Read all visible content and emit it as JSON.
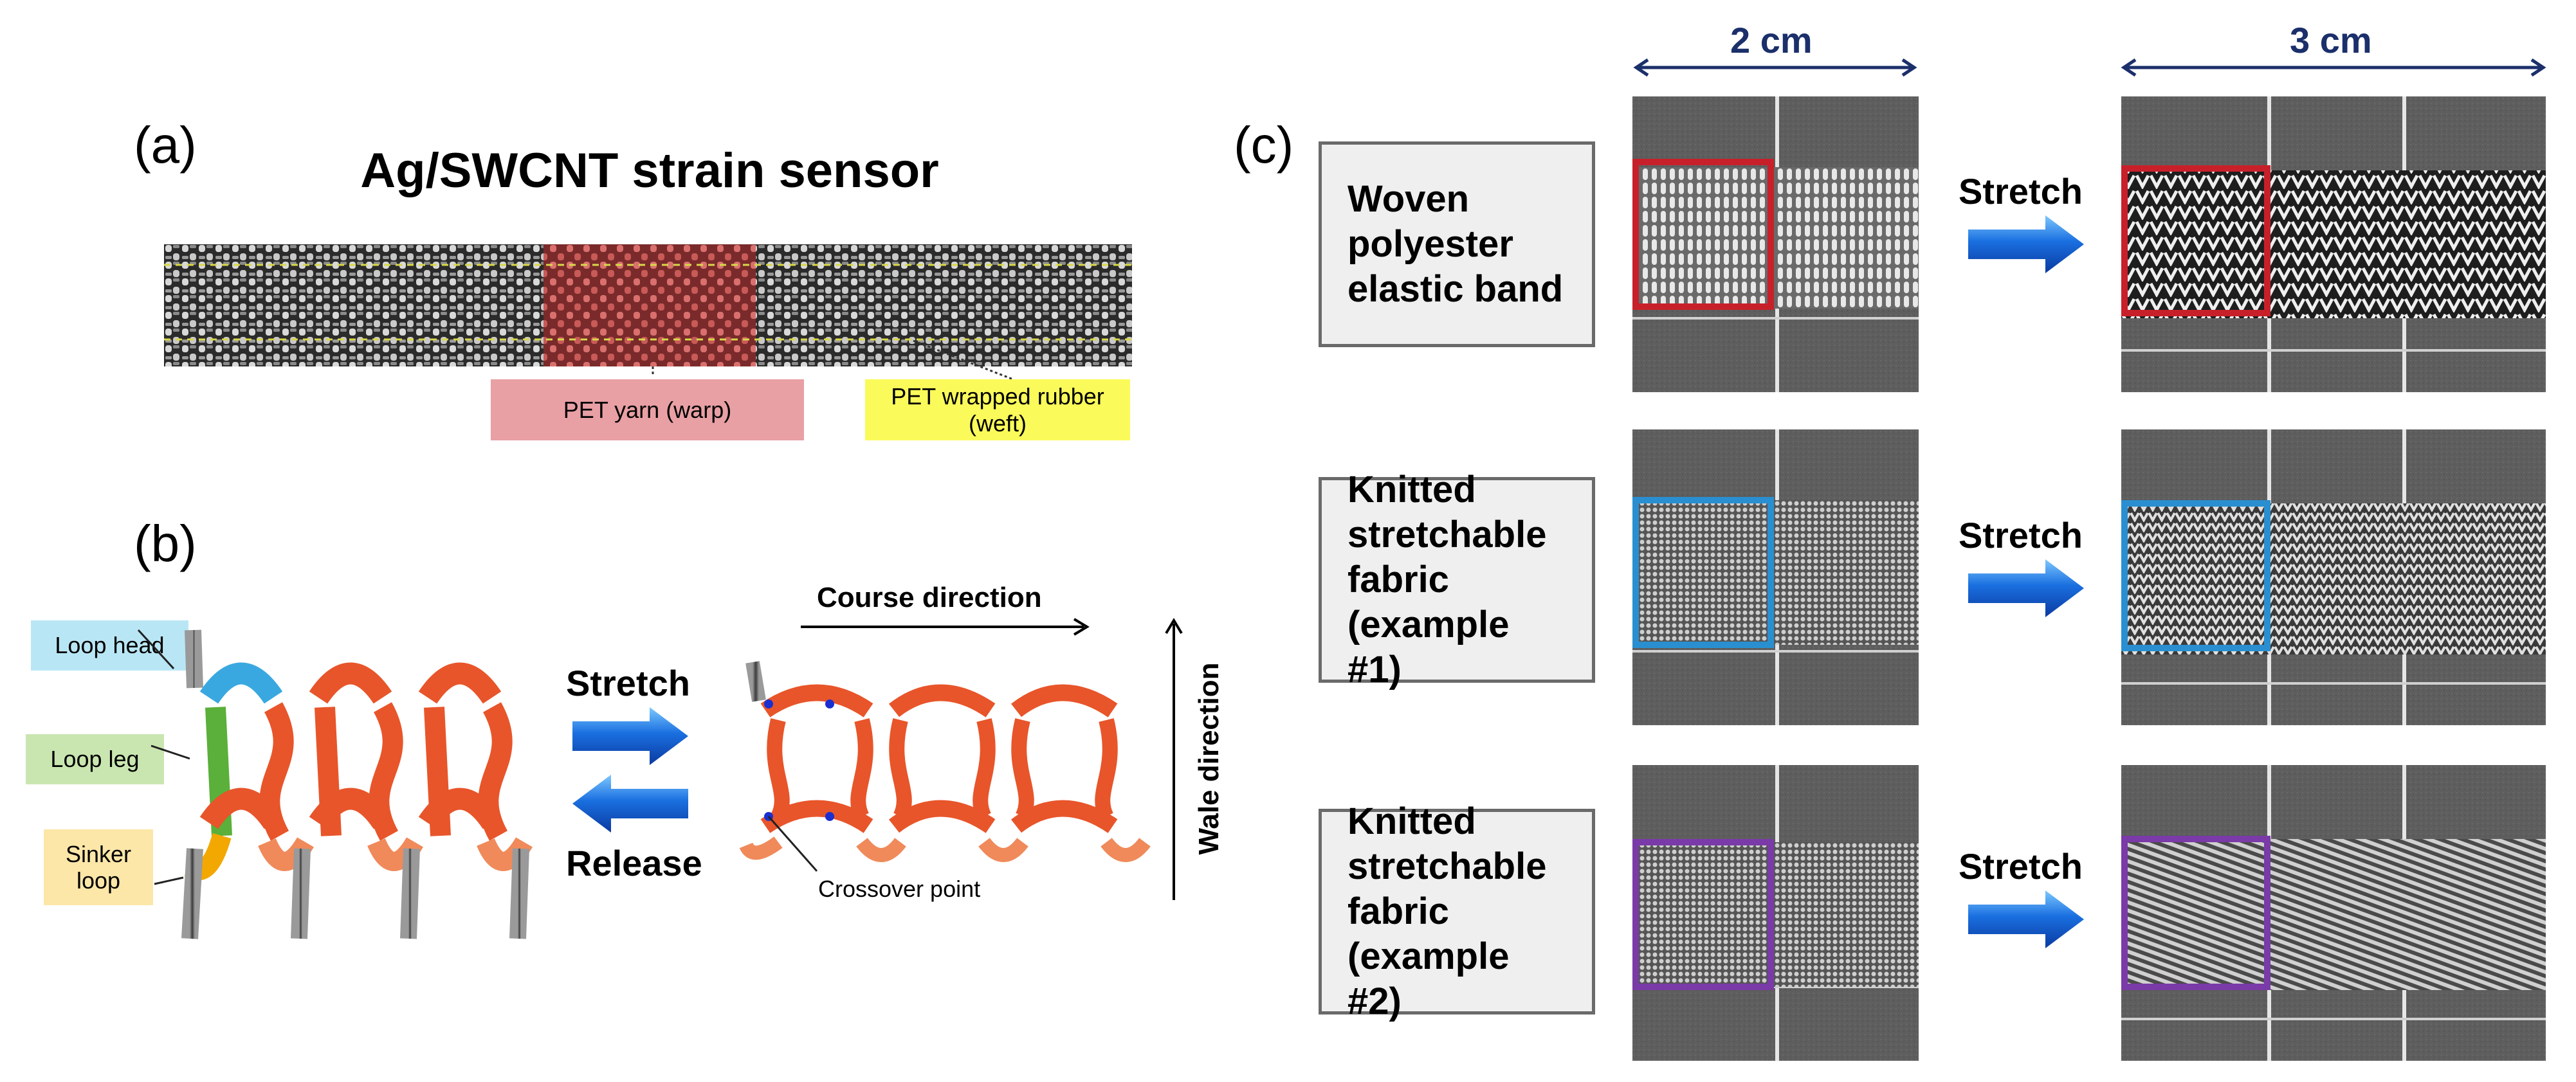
{
  "panel_a": {
    "label": "(a)",
    "title": "Ag/SWCNT strain sensor",
    "callouts": [
      {
        "text": "PET yarn (warp)",
        "color": "#e8a0a4"
      },
      {
        "text": "PET wrapped rubber (weft)",
        "color": "#fafa5a"
      }
    ]
  },
  "panel_b": {
    "label": "(b)",
    "loop_labels": [
      {
        "text": "Loop head",
        "color": "#b9e6f5"
      },
      {
        "text": "Loop leg",
        "color": "#c9e6b0"
      },
      {
        "text": "Sinker loop",
        "color": "#fce7a8"
      }
    ],
    "stretch_label": "Stretch",
    "release_label": "Release",
    "course_direction": "Course direction",
    "wale_direction": "Wale direction",
    "crossover_label": "Crossover point"
  },
  "panel_c": {
    "label": "(c)",
    "scale_left": "2 cm",
    "scale_right": "3 cm",
    "rows": [
      {
        "name": [
          "Woven",
          "polyester",
          "elastic band"
        ],
        "action": "Stretch",
        "frame_color": "#c8202a"
      },
      {
        "name": [
          "Knitted",
          "stretchable",
          "fabric",
          "(example #1)"
        ],
        "action": "Stretch",
        "frame_color": "#2a8fd0"
      },
      {
        "name": [
          "Knitted",
          "stretchable",
          "fabric",
          "(example #2)"
        ],
        "action": "Stretch",
        "frame_color": "#7a3aa8"
      }
    ]
  },
  "colors": {
    "arrow_blue": "#1e7be0",
    "scale_arrow": "#1b2f6b",
    "loop_orange": "#e8552a"
  }
}
